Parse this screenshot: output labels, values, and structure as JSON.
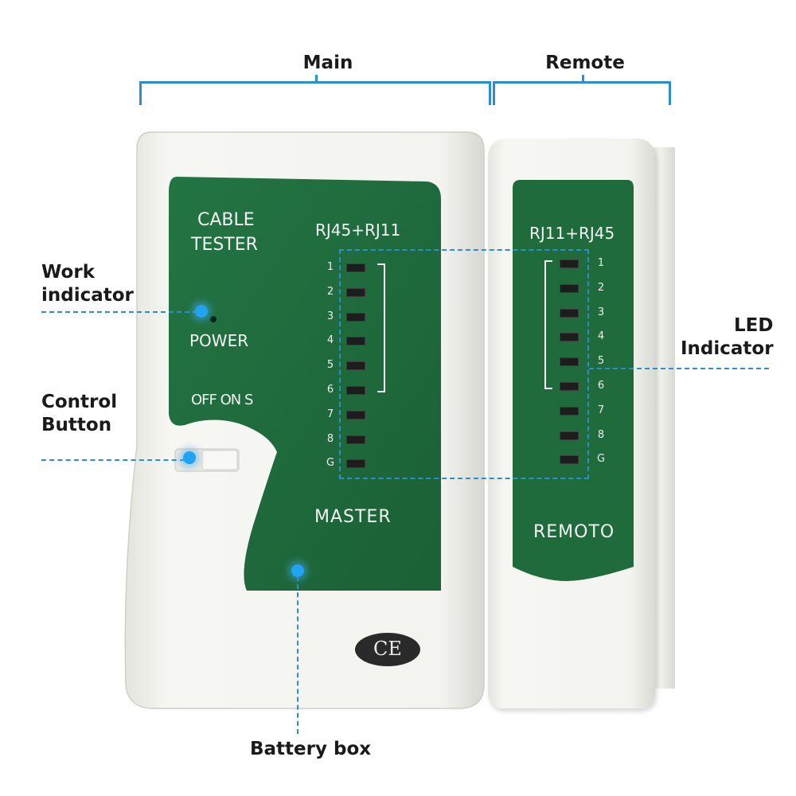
{
  "header": {
    "main_label": "Main",
    "remote_label": "Remote"
  },
  "callouts": {
    "work_indicator": [
      "Work",
      "indicator"
    ],
    "control_button": [
      "Control",
      "Button"
    ],
    "led_indicator": [
      "LED",
      "Indicator"
    ],
    "battery_box": "Battery box"
  },
  "main_unit": {
    "title_line1": "CABLE",
    "title_line2": "TESTER",
    "port_label": "RJ45+RJ11",
    "power_label": "POWER",
    "switch_label": "OFF ON S",
    "footer_label": "MASTER",
    "channels": [
      "1",
      "2",
      "3",
      "4",
      "5",
      "6",
      "7",
      "8",
      "G"
    ]
  },
  "remote_unit": {
    "port_label": "RJ11+RJ45",
    "footer_label": "REMOTO",
    "channels": [
      "1",
      "2",
      "3",
      "4",
      "5",
      "6",
      "7",
      "8",
      "G"
    ]
  },
  "certification_mark": "CE",
  "colors": {
    "panel_green": "#1f6b3c",
    "callout_blue": "#2a8fd0",
    "body_white": "#f4f4f0"
  }
}
